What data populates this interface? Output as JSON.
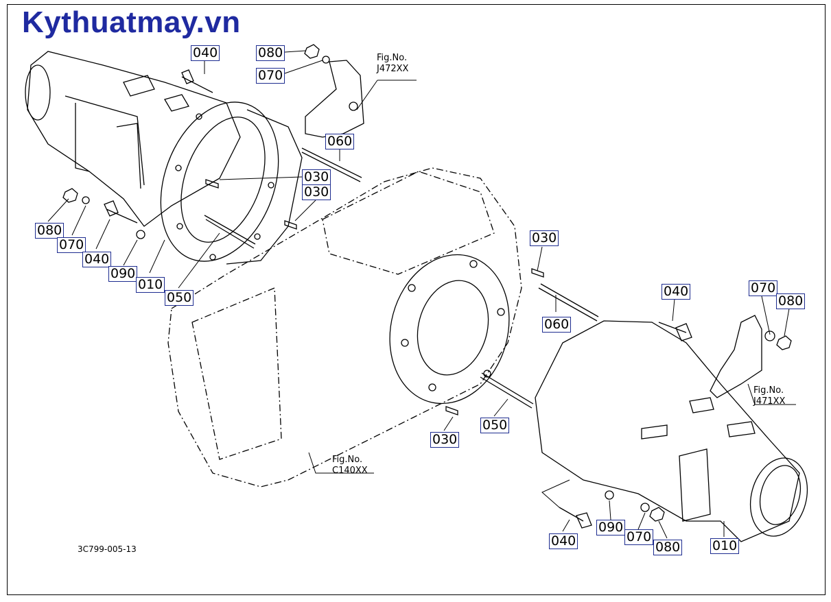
{
  "watermark": "Kythuatmay.vn",
  "drawing_code": "3C799-005-13",
  "callouts": [
    "040",
    "080",
    "070",
    "060",
    "030",
    "030",
    "080",
    "070",
    "040",
    "090",
    "010",
    "050",
    "030",
    "040",
    "070",
    "080",
    "060",
    "030",
    "050",
    "040",
    "090",
    "070",
    "080",
    "010"
  ],
  "fig_refs": [
    {
      "line1": "Fig.No.",
      "line2": "J472XX"
    },
    {
      "line1": "Fig.No.",
      "line2": "J471XX"
    },
    {
      "line1": "Fig.No.",
      "line2": "C140XX"
    }
  ],
  "colors": {
    "callout_border": "#1c2b8f",
    "watermark": "#1f2aa0"
  }
}
